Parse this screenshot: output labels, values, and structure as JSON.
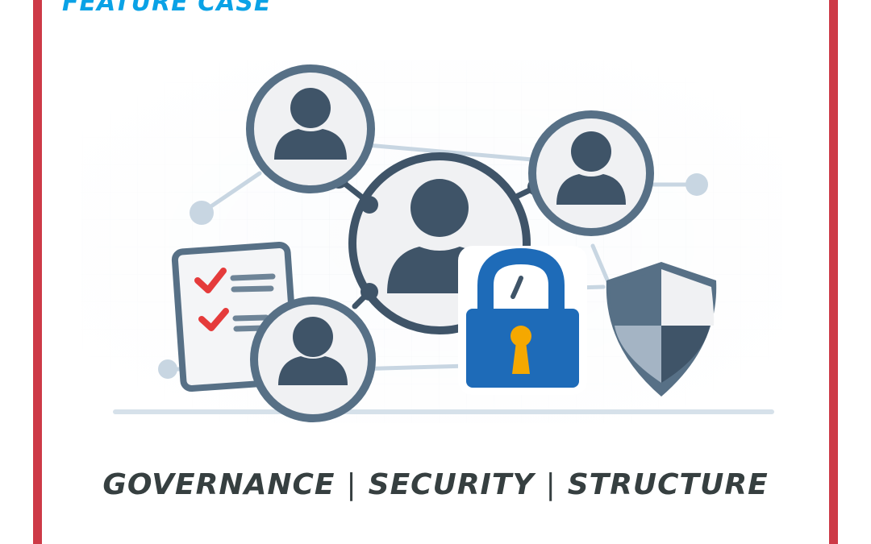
{
  "header": {
    "title": "FEATURE CASE"
  },
  "illustration": {
    "icons": [
      "user-node-icon",
      "user-node-icon",
      "user-node-icon",
      "user-node-icon",
      "checklist-icon",
      "padlock-icon",
      "shield-icon"
    ],
    "colors": {
      "frame_red": "#cd3a47",
      "title_blue": "#0aa2e6",
      "node_dark": "#3f5468",
      "ring": "#577086",
      "node_fill": "#eef0f3",
      "lock_blue": "#1e6bb8",
      "keyhole": "#f5a800",
      "check_red": "#e53b3b",
      "connector_light": "#c8d6e2",
      "text_dark": "#363f40"
    }
  },
  "tagline": {
    "items": [
      "GOVERNANCE",
      "SECURITY",
      "STRUCTURE"
    ],
    "separator": "|"
  }
}
